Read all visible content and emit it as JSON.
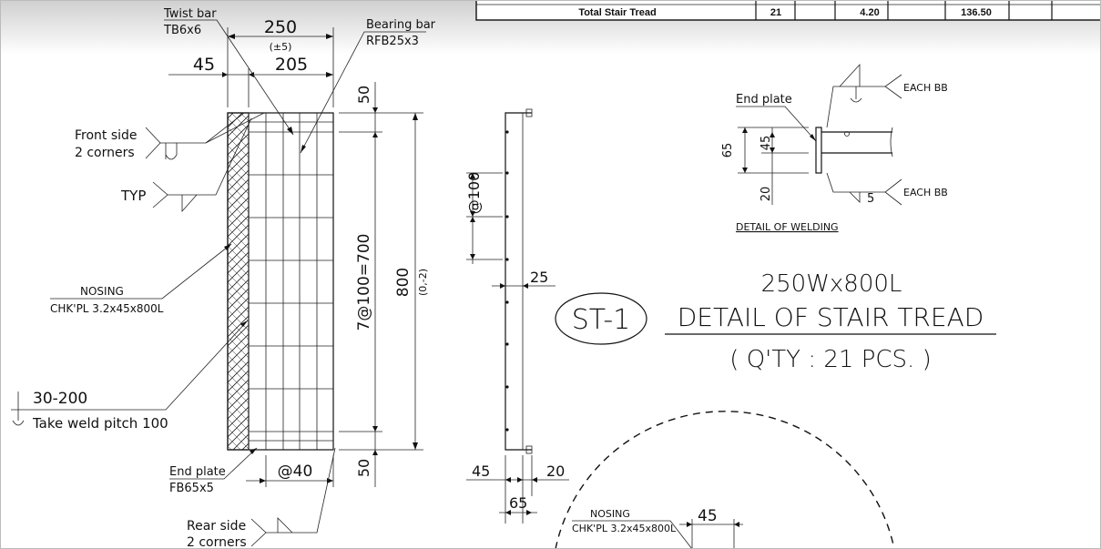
{
  "table": {
    "label": "Total Stair Tread",
    "qty": "21",
    "weight": "4.20",
    "total": "136.50"
  },
  "tread": {
    "twist_bar_title": "Twist bar",
    "twist_bar_spec": "TB6x6",
    "bearing_bar_title": "Bearing bar",
    "bearing_bar_spec": "RFB25x3",
    "dim_width": "250",
    "dim_width_tol": "(±5)",
    "dim_205": "205",
    "dim_45": "45",
    "dim_50_top": "50",
    "dim_50_bottom": "50",
    "dim_pitch": "7@100=700",
    "dim_length": "800",
    "dim_length_tol": "(0,-2)",
    "front_side_1": "Front side",
    "front_side_2": "2 corners",
    "typ": "TYP",
    "nosing_title": "NOSING",
    "nosing_spec": "CHK'PL 3.2x45x800L",
    "weld_pitch_1": "30-200",
    "weld_pitch_2": "Take weld pitch 100",
    "end_plate_title": "End plate",
    "end_plate_spec": "FB65x5",
    "dim_at40": "@40",
    "rear_side_1": "Rear side",
    "rear_side_2": "2 corners"
  },
  "side_view": {
    "dim_at100": "@100",
    "dim_25": "25",
    "dim_45": "45",
    "dim_20": "20",
    "dim_65": "65"
  },
  "welding_detail": {
    "end_plate": "End plate",
    "each_bb_top": "EACH BB",
    "each_bb_bottom": "EACH BB",
    "dim_65": "65",
    "dim_45": "45",
    "dim_20": "20",
    "dim_5": "5",
    "caption": "DETAIL OF WELDING"
  },
  "title_block": {
    "size": "250Wx800L",
    "mark": "ST-1",
    "title": "DETAIL OF STAIR TREAD",
    "qty": "( Q'TY : 21 PCS. )"
  },
  "detail_circle": {
    "nosing_title": "NOSING",
    "nosing_spec": "CHK'PL 3.2x45x800L",
    "dim_45": "45"
  }
}
